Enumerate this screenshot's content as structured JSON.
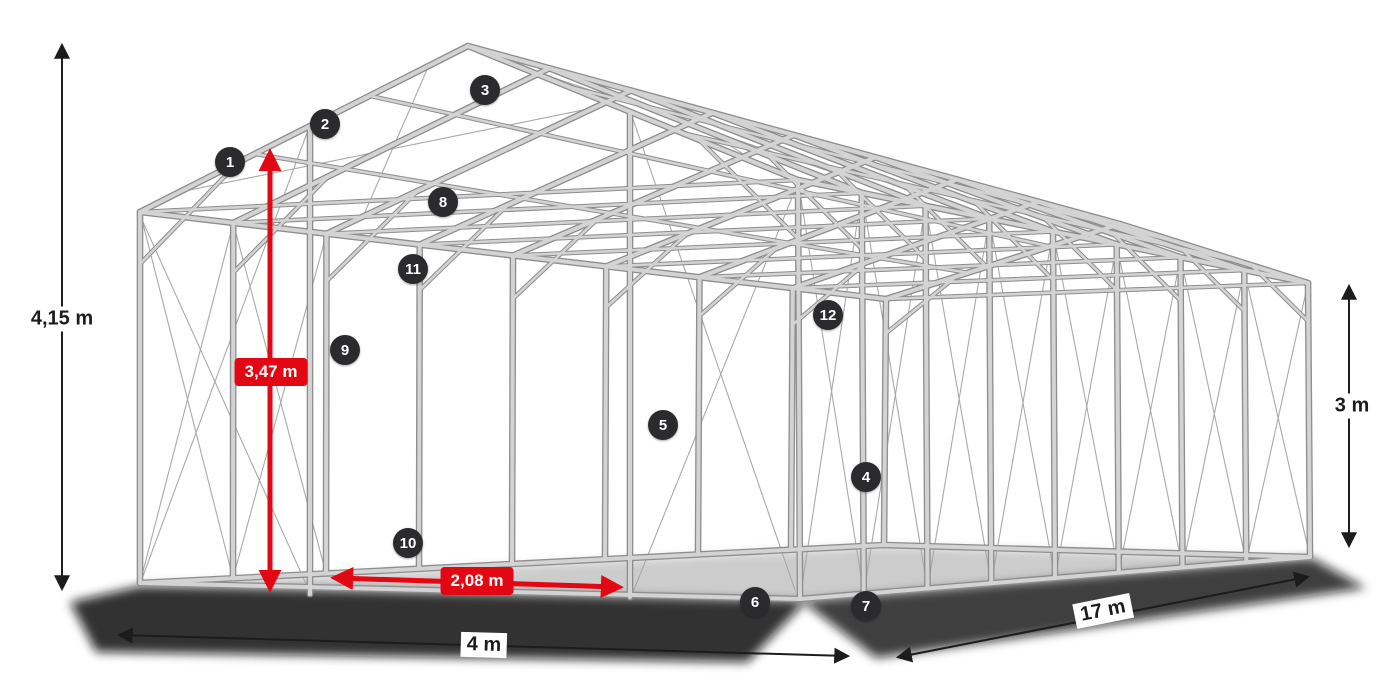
{
  "colors": {
    "background": "#ffffff",
    "accent_red": "#e30613",
    "dimension": "#1c1c1c",
    "badge_bg": "#2b2b2e",
    "badge_text": "#ffffff",
    "frame_light": "#d3d3d3",
    "frame_dark": "#8d8d8d",
    "brace": "#a9a9a9",
    "shadow": "#111111"
  },
  "dimensions": {
    "overall_height": "4,15 m",
    "clear_height": "3,47 m",
    "side_wall_height": "3 m",
    "bay_spacing": "2,08 m",
    "width": "4 m",
    "length": "17 m"
  },
  "part_badges": [
    "1",
    "2",
    "3",
    "4",
    "5",
    "6",
    "7",
    "8",
    "9",
    "10",
    "11",
    "12"
  ]
}
